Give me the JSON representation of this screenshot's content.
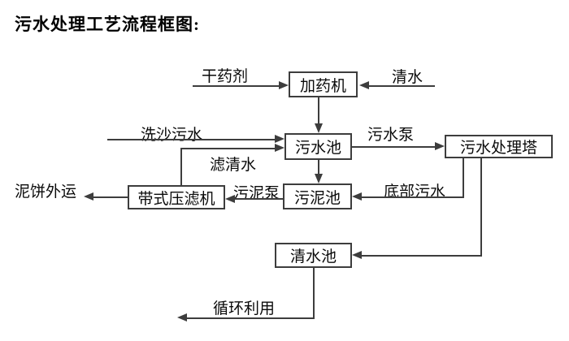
{
  "title": "污水处理工艺流程框图:",
  "flowchart": {
    "nodes": {
      "dosing_machine": "加药机",
      "sewage_pool": "污水池",
      "sewage_treatment_tower": "污水处理塔",
      "belt_filter_press": "带式压滤机",
      "sludge_pool": "污泥池",
      "clear_water_pool": "清水池"
    },
    "flow_labels": {
      "dry_agent": "干药剂",
      "clear_water": "清水",
      "sand_washing_sewage": "洗沙污水",
      "filtered_clear_water": "滤清水",
      "sewage_pump": "污水泵",
      "bottom_sewage": "底部污水",
      "sludge_pump": "污泥泵",
      "mud_cake_transport_out": "泥饼外运",
      "recycle_reuse": "循环利用"
    },
    "colors": {
      "line": "#3d3d3d",
      "text": "#0a0a0a",
      "background": "#ffffff"
    }
  }
}
